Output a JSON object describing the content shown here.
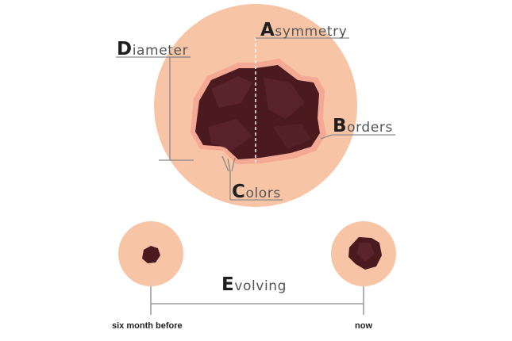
{
  "labels": {
    "asymmetry": {
      "initial": "A",
      "rest": "symmetry"
    },
    "diameter": {
      "initial": "D",
      "rest": "iameter"
    },
    "borders": {
      "initial": "B",
      "rest": "orders"
    },
    "colors": {
      "initial": "C",
      "rest": "olors"
    },
    "evolving": {
      "initial": "E",
      "rest": "volving"
    }
  },
  "timeline": {
    "start": "six month before",
    "end": "now"
  },
  "colors": {
    "skin": "#f8c4a6",
    "halo": "#f3a08e",
    "mole": "#4a1a1f",
    "mole_light": "#5e2730",
    "line": "#8a8a8a"
  }
}
